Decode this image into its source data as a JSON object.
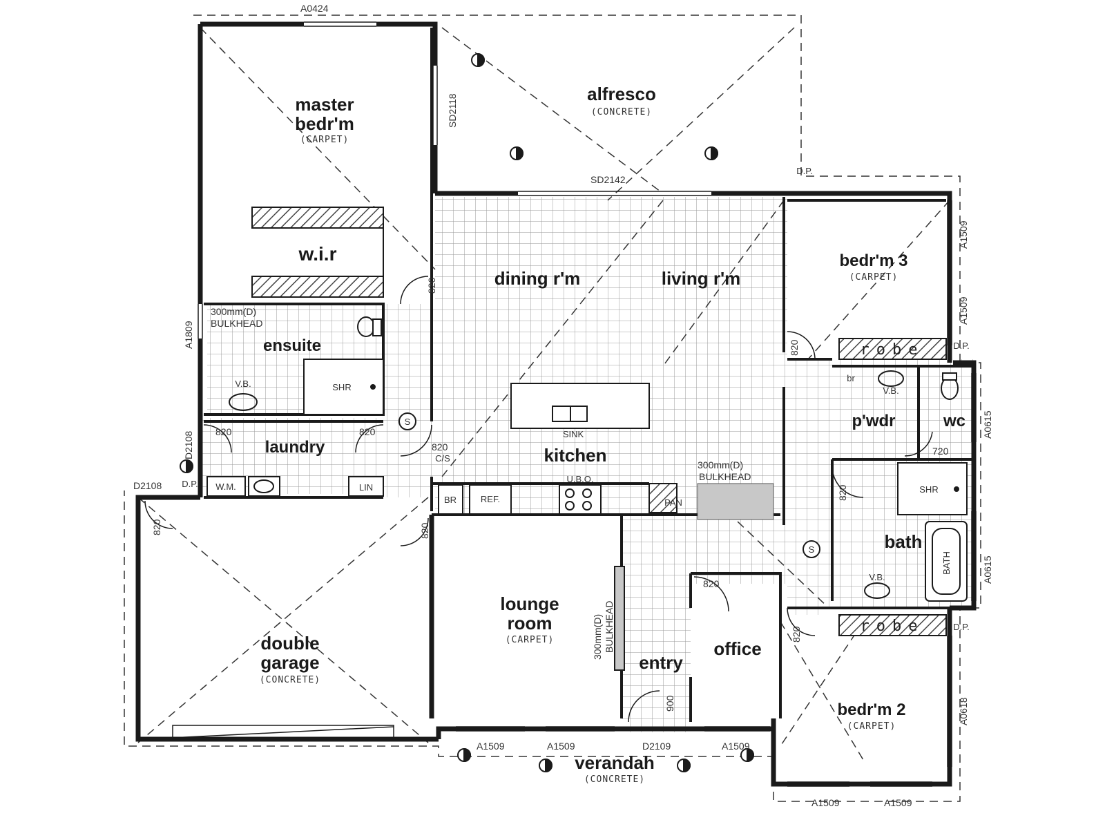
{
  "rooms": {
    "master_line1": "master",
    "master_line2": "bedr'm",
    "master_floor": "(CARPET)",
    "alfresco": "alfresco",
    "alfresco_floor": "(CONCRETE)",
    "wir": "w.i.r",
    "dining": "dining r'm",
    "living": "living r'm",
    "bedroom3": "bedr'm 3",
    "bedroom3_floor": "(CARPET)",
    "ensuite": "ensuite",
    "kitchen": "kitchen",
    "laundry": "laundry",
    "powder": "p'wdr",
    "wc": "wc",
    "bath": "bath",
    "lounge_line1": "lounge",
    "lounge_line2": "room",
    "lounge_floor": "(CARPET)",
    "garage_line1": "double",
    "garage_line2": "garage",
    "garage_floor": "(CONCRETE)",
    "entry": "entry",
    "office": "office",
    "bedroom2": "bedr'm 2",
    "bedroom2_floor": "(CARPET)",
    "verandah": "verandah",
    "verandah_floor": "(CONCRETE)"
  },
  "fixtures": {
    "robe_top": "robe",
    "robe_bottom": "robe",
    "shower_ensuite": "SHR",
    "shower_bath": "SHR",
    "vanity_ensuite": "V.B.",
    "vanity_pwdr": "V.B.",
    "vanity_bath": "V.B.",
    "bath_tub": "BATH",
    "sink": "SINK",
    "wm": "W.M.",
    "lin": "LIN",
    "br_pwdr": "br",
    "br_kitchen": "BR",
    "ref": "REF.",
    "ubo": "U.B.O.",
    "pan": "PAN",
    "cs": "C/S",
    "bulkhead_ensuite": "300mm(D)",
    "bulkhead_ensuite2": "BULKHEAD",
    "bulkhead_kitchen": "300mm(D)",
    "bulkhead_kitchen2": "BULKHEAD",
    "bulkhead_entry": "300mm(D)",
    "bulkhead_entry2": "BULKHEAD",
    "smoke1": "S",
    "smoke2": "S",
    "dp1": "D.P.",
    "dp2": "D.P.",
    "dp3": "D.P.",
    "dp4": "D.P."
  },
  "dimensions": {
    "a0424": "A0424",
    "sd2118": "SD2118",
    "sd2142": "SD2142",
    "a1509_bed3a": "A1509",
    "a1509_bed3b": "A1509",
    "a1809": "A1809",
    "d2108_laundry": "D2108",
    "d2108_garage": "D2108",
    "a0615_wc": "A0615",
    "a0615_bath": "A0615",
    "a0618": "A0618",
    "a1509_v1": "A1509",
    "a1509_v2": "A1509",
    "d2109": "D2109",
    "a1509_v3": "A1509",
    "a1509_b2a": "A1509",
    "a1509_b2b": "A1509",
    "d820_master": "820",
    "d820_laundry_l": "820",
    "d820_laundry_r": "820",
    "d820_cs": "820",
    "d820_garage": "820",
    "d820_hall": "820",
    "d820_bed3": "820",
    "d820_bath": "820",
    "d820_office": "820",
    "d820_bed2": "820",
    "d720_wc": "720",
    "d900_entry": "900"
  },
  "colors": {
    "ink": "#1a1a1a",
    "grid": "#9a9a9a",
    "hatch": "#444444",
    "bulkhead_fill": "#c8c8c8"
  }
}
